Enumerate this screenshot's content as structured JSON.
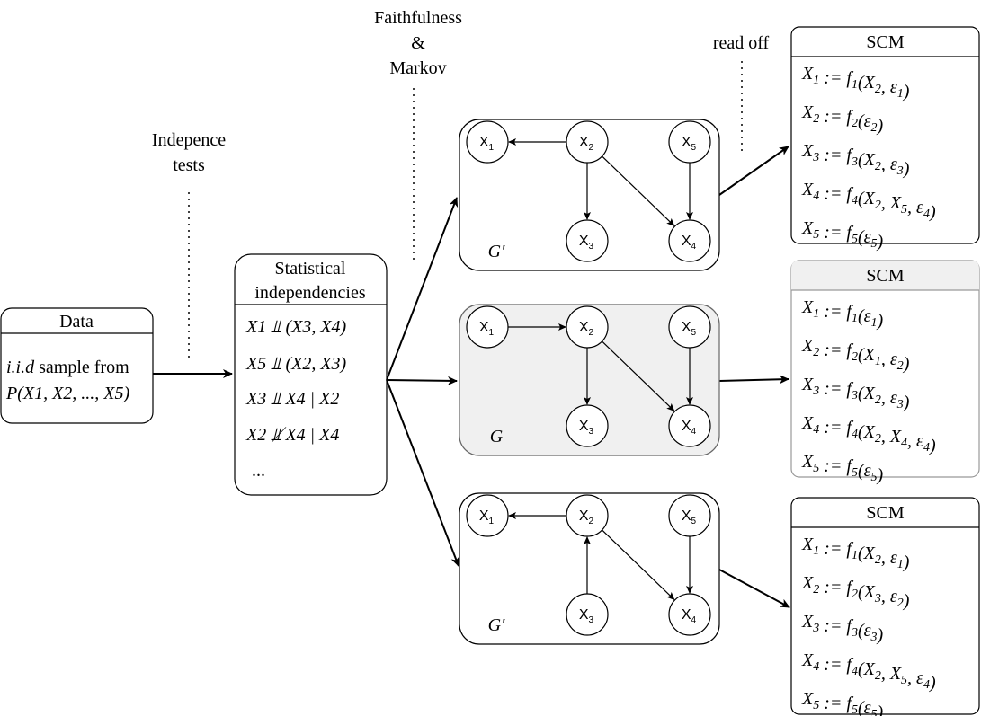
{
  "annotations": {
    "independence_tests": [
      "Indepence",
      "tests"
    ],
    "faithfulness_markov": [
      "Faithfulness",
      "&",
      "Markov"
    ],
    "read_off": "read off"
  },
  "data_box": {
    "title": "Data",
    "line1_italic": "i.i.d",
    "line1_rest": " sample from",
    "line2": "P(X1, X2, ..., X5)"
  },
  "stats_box": {
    "title_lines": [
      "Statistical",
      "independencies"
    ],
    "rows": [
      "X1 ⫫ (X3, X4)",
      "X5 ⫫ (X2, X3)",
      "X3 ⫫ X4 | X2",
      "X2 ⫫̸ X4 | X4"
    ],
    "ellipsis": "..."
  },
  "graphs": [
    {
      "label": "G′",
      "highlighted": false,
      "nodes": [
        "X1",
        "X2",
        "X3",
        "X4",
        "X5"
      ],
      "edges": [
        [
          "X2",
          "X1"
        ],
        [
          "X2",
          "X3"
        ],
        [
          "X2",
          "X4"
        ],
        [
          "X5",
          "X4"
        ]
      ]
    },
    {
      "label": "G",
      "highlighted": true,
      "nodes": [
        "X1",
        "X2",
        "X3",
        "X4",
        "X5"
      ],
      "edges": [
        [
          "X1",
          "X2"
        ],
        [
          "X2",
          "X3"
        ],
        [
          "X2",
          "X4"
        ],
        [
          "X5",
          "X4"
        ]
      ]
    },
    {
      "label": "G′",
      "highlighted": false,
      "nodes": [
        "X1",
        "X2",
        "X3",
        "X4",
        "X5"
      ],
      "edges": [
        [
          "X2",
          "X1"
        ],
        [
          "X3",
          "X2"
        ],
        [
          "X2",
          "X4"
        ],
        [
          "X5",
          "X4"
        ]
      ]
    }
  ],
  "scm_boxes": [
    {
      "title": "SCM",
      "highlighted": false,
      "equations": [
        "X1 := f1(X2, ε1)",
        "X2 := f2(ε2)",
        "X3 := f3(X2, ε3)",
        "X4 := f4(X2, X5, ε4)",
        "X5 := f5(ε5)"
      ]
    },
    {
      "title": "SCM",
      "highlighted": true,
      "equations": [
        "X1 := f1(ε1)",
        "X2 := f2(X1, ε2)",
        "X3 := f3(X2, ε3)",
        "X4 := f4(X2, X4, ε4)",
        "X5 := f5(ε5)"
      ]
    },
    {
      "title": "SCM",
      "highlighted": false,
      "equations": [
        "X1 := f1(X2, ε1)",
        "X2 := f2(X3, ε2)",
        "X3 := f3(ε3)",
        "X4 := f4(X2, X5, ε4)",
        "X5 := f5(ε5)"
      ]
    }
  ],
  "colors": {
    "stroke": "#000000",
    "highlight_fill": "#f0f0f0",
    "highlight_stroke": "#666666"
  }
}
